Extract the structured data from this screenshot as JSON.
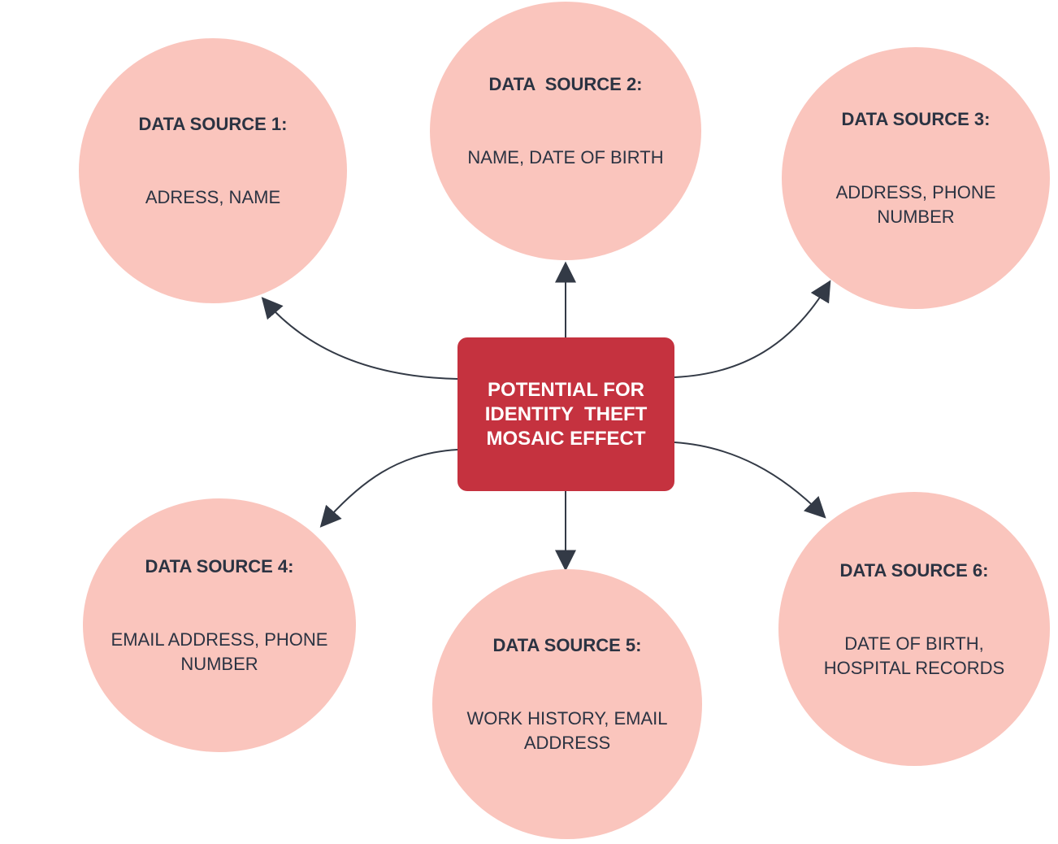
{
  "diagram": {
    "center": {
      "label": "POTENTIAL FOR\nIDENTITY  THEFT\nMOSAIC EFFECT"
    },
    "nodes": [
      {
        "id": "data-source-1",
        "title": "DATA SOURCE 1:",
        "detail": "ADRESS, NAME"
      },
      {
        "id": "data-source-2",
        "title": "DATA  SOURCE 2:",
        "detail": "NAME, DATE OF BIRTH"
      },
      {
        "id": "data-source-3",
        "title": "DATA SOURCE 3:",
        "detail": "ADDRESS, PHONE\nNUMBER"
      },
      {
        "id": "data-source-4",
        "title": "DATA SOURCE 4:",
        "detail": "EMAIL ADDRESS, PHONE\nNUMBER"
      },
      {
        "id": "data-source-5",
        "title": "DATA SOURCE 5:",
        "detail": "WORK HISTORY, EMAIL\nADDRESS"
      },
      {
        "id": "data-source-6",
        "title": "DATA SOURCE 6:",
        "detail": "DATE OF BIRTH,\nHOSPITAL RECORDS"
      }
    ],
    "colors": {
      "node_background": "#FAC5BD",
      "center_background": "#C5323F",
      "center_text": "#FFFFFF",
      "node_text": "#2B3342",
      "arrow": "#333A46"
    }
  }
}
